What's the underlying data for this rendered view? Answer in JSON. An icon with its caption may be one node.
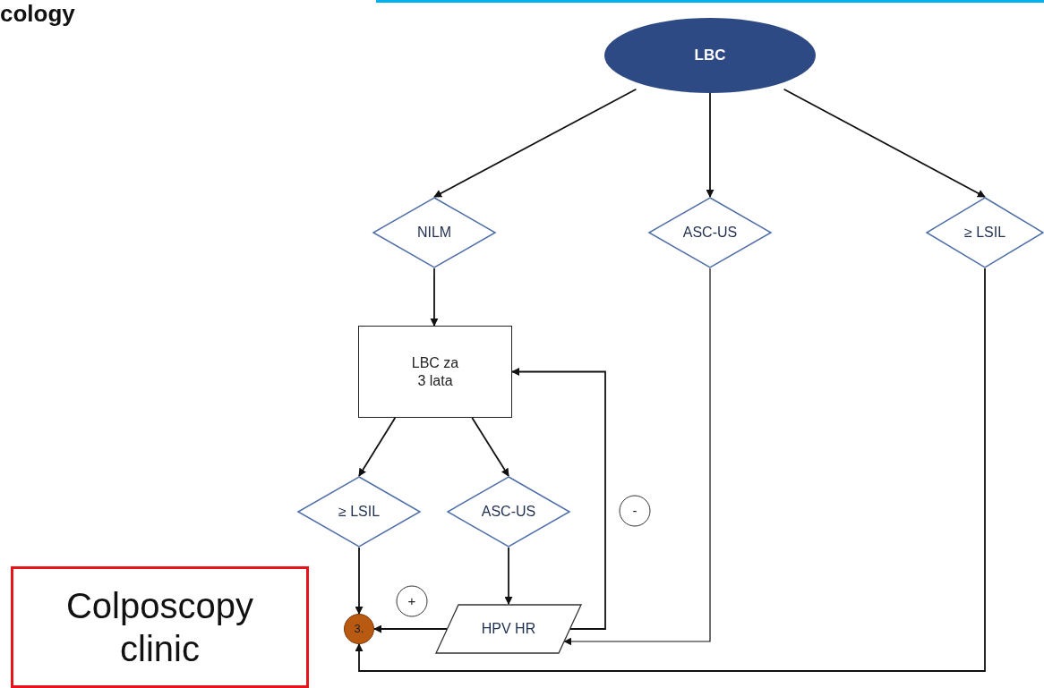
{
  "diagram": {
    "nodes": [
      {
        "text": [
          "LBC"
        ]
      },
      {
        "text": [
          "NILM"
        ]
      },
      {
        "text": [
          "ASC-US"
        ]
      },
      {
        "text": [
          "≥ LSIL"
        ]
      },
      {
        "text": [
          "LBC za 3 lata"
        ]
      },
      {
        "text": [
          "≥ LSIL"
        ]
      },
      {
        "text": [
          "ASC-US"
        ]
      },
      {
        "text": [
          "HPV HR"
        ]
      },
      {
        "text": [
          "3."
        ]
      },
      {
        "text": [
          "-"
        ]
      },
      {
        "text": [
          "+"
        ]
      },
      {
        "text": [
          "Colposcopy clinic"
        ]
      }
    ],
    "edges": [
      {
        "from": 0,
        "to": 1,
        "arrow": "to"
      },
      {
        "from": 0,
        "to": 2,
        "arrow": "to"
      },
      {
        "from": 0,
        "to": 3,
        "arrow": "to"
      },
      {
        "from": 1,
        "to": 4,
        "arrow": "to"
      },
      {
        "from": 4,
        "to": 5,
        "arrow": "to"
      },
      {
        "from": 4,
        "to": 6,
        "arrow": "to"
      },
      {
        "from": 5,
        "to": 8,
        "arrow": "to"
      },
      {
        "from": 6,
        "to": 7,
        "arrow": "to"
      },
      {
        "from": 7,
        "to": 8,
        "arrow": "to"
      },
      {
        "from": 7,
        "to": 4,
        "arrow": "to"
      },
      {
        "from": 2,
        "to": 7,
        "arrow": "to"
      },
      {
        "from": 3,
        "to": 8,
        "arrow": "to"
      }
    ],
    "labels": [
      "cology"
    ]
  }
}
